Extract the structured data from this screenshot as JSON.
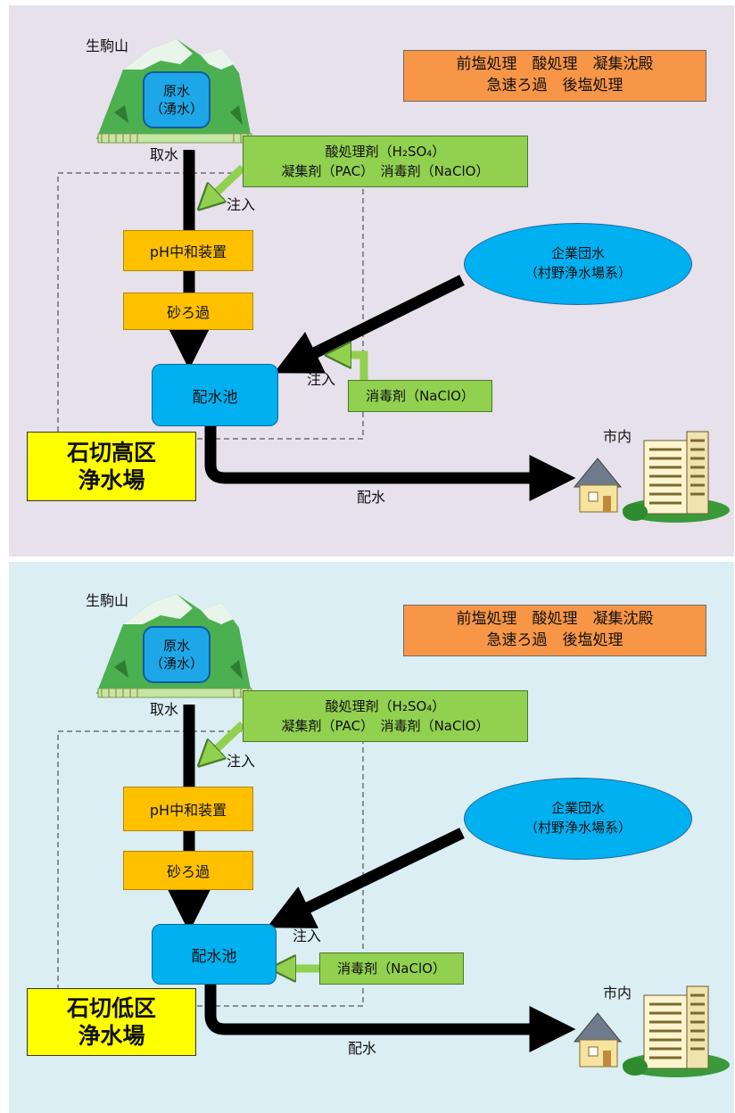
{
  "panels": [
    {
      "mountain_label": "生駒山",
      "source_line1": "原水",
      "source_line2": "（湧水）",
      "intake_label": "取水",
      "treatment_line1": "前塩処理　酸処理　凝集沈殿",
      "treatment_line2": "急速ろ過　後塩処理",
      "chem_line1": "酸処理剤（H₂SO₄）",
      "chem_line2": "凝集剤（PAC）　消毒剤（NaClO）",
      "inject_label_1": "注入",
      "ph_unit": "pH中和装置",
      "sand_filter": "砂ろ過",
      "enterprise_line1": "企業団水",
      "enterprise_line2": "（村野浄水場系）",
      "reservoir": "配水池",
      "inject_label_2": "注入",
      "disinfectant": "消毒剤（NaClO）",
      "plant_line1": "石切高区",
      "plant_line2": "浄水場",
      "distribution_label": "配水",
      "city_label": "市内"
    },
    {
      "mountain_label": "生駒山",
      "source_line1": "原水",
      "source_line2": "（湧水）",
      "intake_label": "取水",
      "treatment_line1": "前塩処理　酸処理　凝集沈殿",
      "treatment_line2": "急速ろ過　後塩処理",
      "chem_line1": "酸処理剤（H₂SO₄）",
      "chem_line2": "凝集剤（PAC）　消毒剤（NaClO）",
      "inject_label_1": "注入",
      "ph_unit": "pH中和装置",
      "sand_filter": "砂ろ過",
      "enterprise_line1": "企業団水",
      "enterprise_line2": "（村野浄水場系）",
      "reservoir": "配水池",
      "inject_label_2": "注入",
      "disinfectant": "消毒剤（NaClO）",
      "plant_line1": "石切低区",
      "plant_line2": "浄水場",
      "distribution_label": "配水",
      "city_label": "市内"
    }
  ],
  "colors": {
    "panel_top_bg": "#e6e1eb",
    "panel_bottom_bg": "#dbeef3",
    "treatment_box": "#f79646",
    "chemical_box": "#92d050",
    "process_box": "#ffc000",
    "reservoir": "#00b0f0",
    "plant_label": "#ffff00",
    "arrow": "#000000"
  },
  "icons": [
    "mountain-icon",
    "house-icon",
    "building-icon"
  ]
}
